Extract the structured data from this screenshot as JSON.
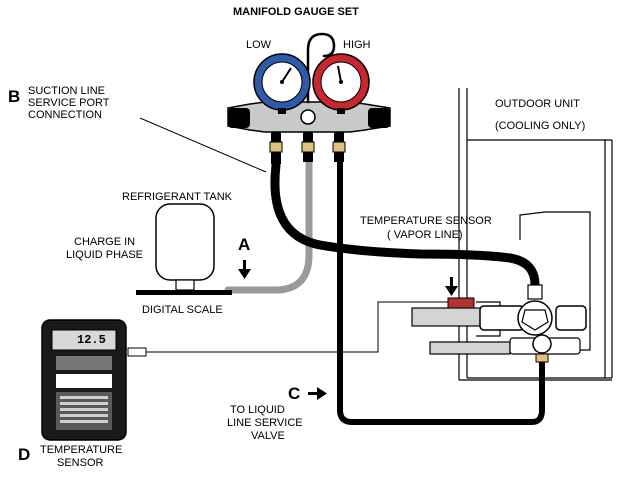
{
  "title": "MANIFOLD GAUGE SET",
  "gauges": {
    "low": "LOW",
    "high": "HIGH"
  },
  "outdoor_unit": {
    "line1": "OUTDOOR UNIT",
    "line2": "(COOLING ONLY)"
  },
  "callouts": {
    "b": {
      "letter": "B",
      "line1": "SUCTION LINE",
      "line2": "SERVICE PORT",
      "line3": "CONNECTION"
    },
    "a": {
      "letter": "A"
    },
    "c": {
      "letter": "C",
      "line1": "TO LIQUID",
      "line2": "LINE SERVICE",
      "line3": "VALVE"
    },
    "d": {
      "letter": "D",
      "line1": "TEMPERATURE",
      "line2": "SENSOR"
    }
  },
  "refrigerant_tank": "REFRIGERANT TANK",
  "charge": {
    "line1": "CHARGE IN",
    "line2": "LIQUID PHASE"
  },
  "digital_scale": "DIGITAL SCALE",
  "temp_sensor_vapor": {
    "line1": "TEMPERATURE SENSOR",
    "line2": "( VAPOR LINE)"
  },
  "thermometer_display": "12.5"
}
